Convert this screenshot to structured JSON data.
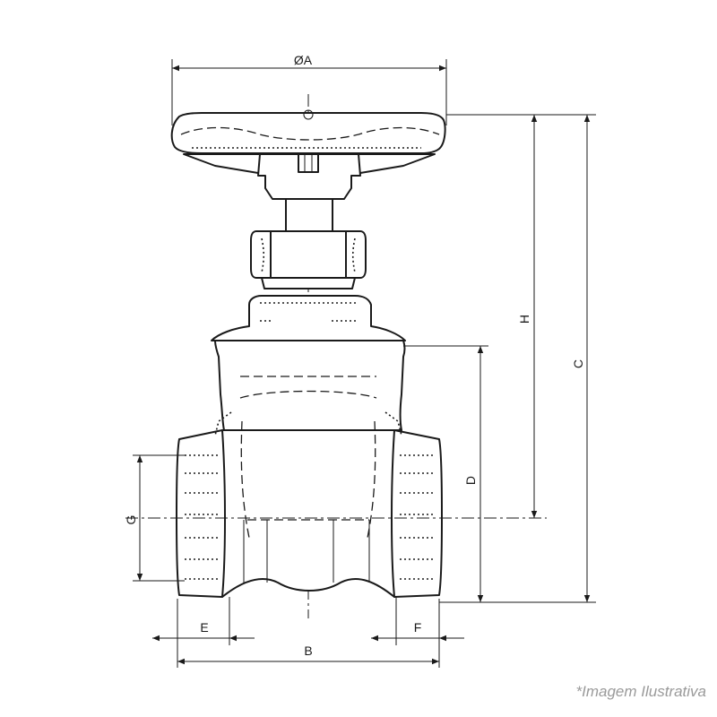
{
  "dimensions": {
    "phi_a": "ØA",
    "b": "B",
    "c": "C",
    "d": "D",
    "e": "E",
    "f": "F",
    "g": "G",
    "h": "H"
  },
  "note": "*Imagem Ilustrativa"
}
